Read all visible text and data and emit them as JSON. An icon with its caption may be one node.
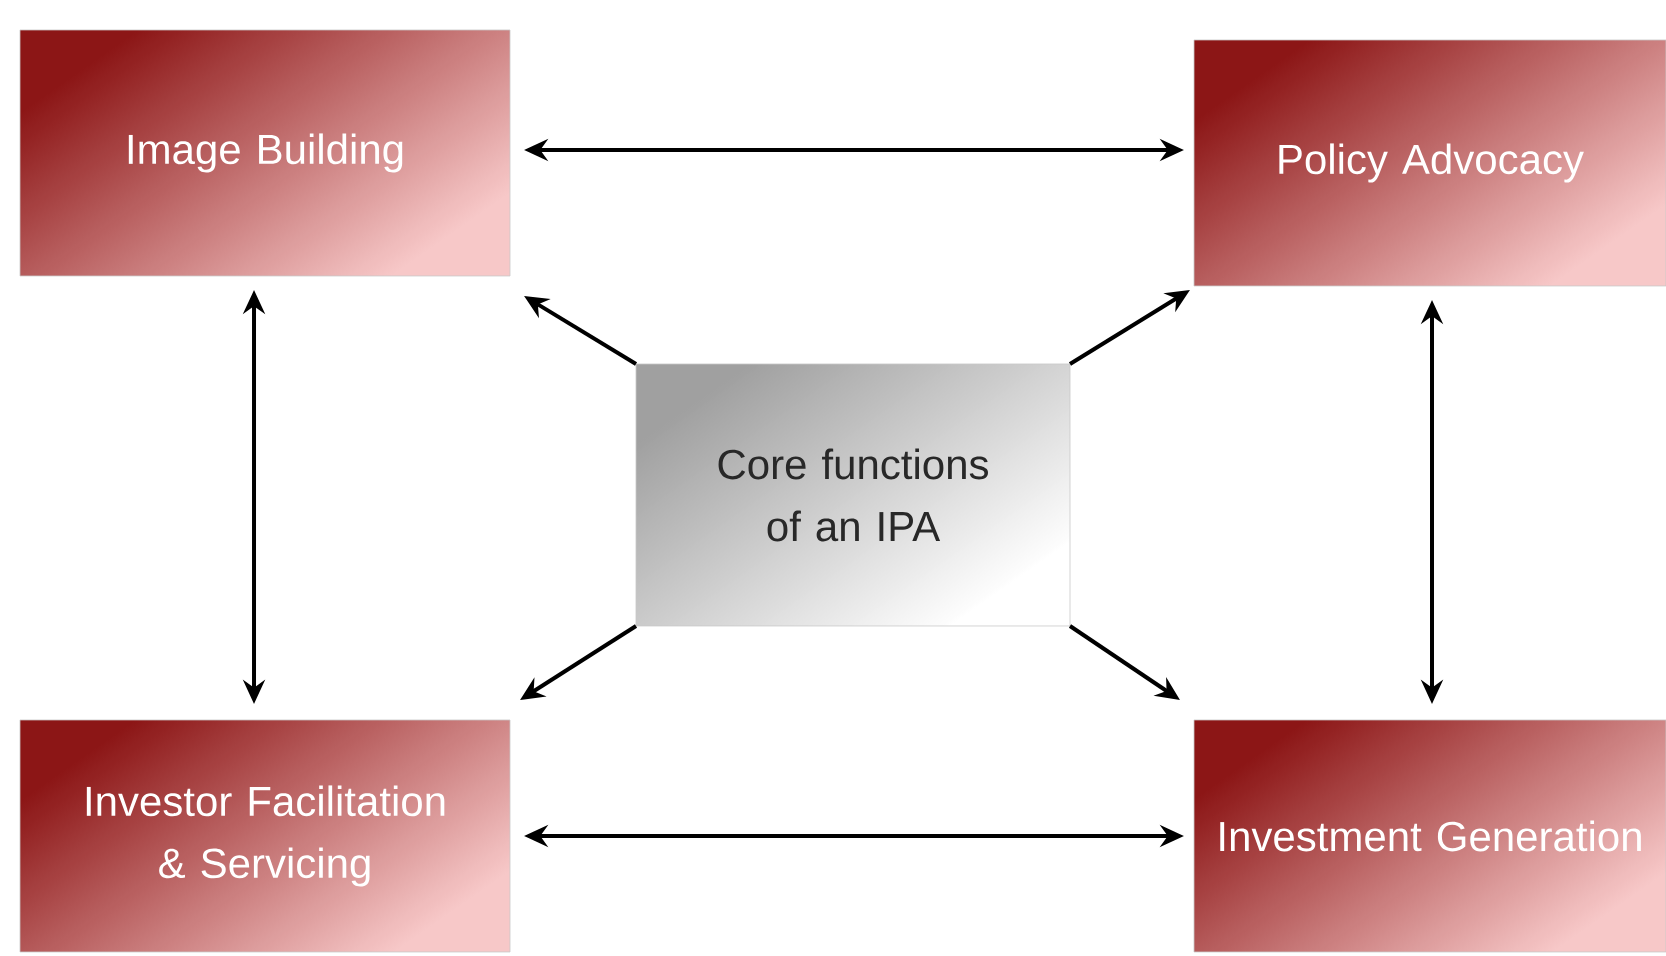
{
  "diagram": {
    "nodes": [
      {
        "text": [
          "Image Building"
        ]
      },
      {
        "text": [
          "Policy Advocacy"
        ]
      },
      {
        "text": [
          "Core functions of an IPA"
        ]
      },
      {
        "text": [
          "Investor Facilitation & Servicing"
        ]
      },
      {
        "text": [
          "Investment Generation"
        ]
      }
    ],
    "edges": [
      {
        "from": 0,
        "to": 1,
        "arrow": "both"
      },
      {
        "from": 0,
        "to": 3,
        "arrow": "both"
      },
      {
        "from": 1,
        "to": 4,
        "arrow": "both"
      },
      {
        "from": 3,
        "to": 4,
        "arrow": "both"
      },
      {
        "from": 2,
        "to": 0,
        "arrow": "to"
      },
      {
        "from": 2,
        "to": 1,
        "arrow": "to"
      },
      {
        "from": 2,
        "to": 3,
        "arrow": "to"
      },
      {
        "from": 2,
        "to": 4,
        "arrow": "to"
      }
    ]
  }
}
